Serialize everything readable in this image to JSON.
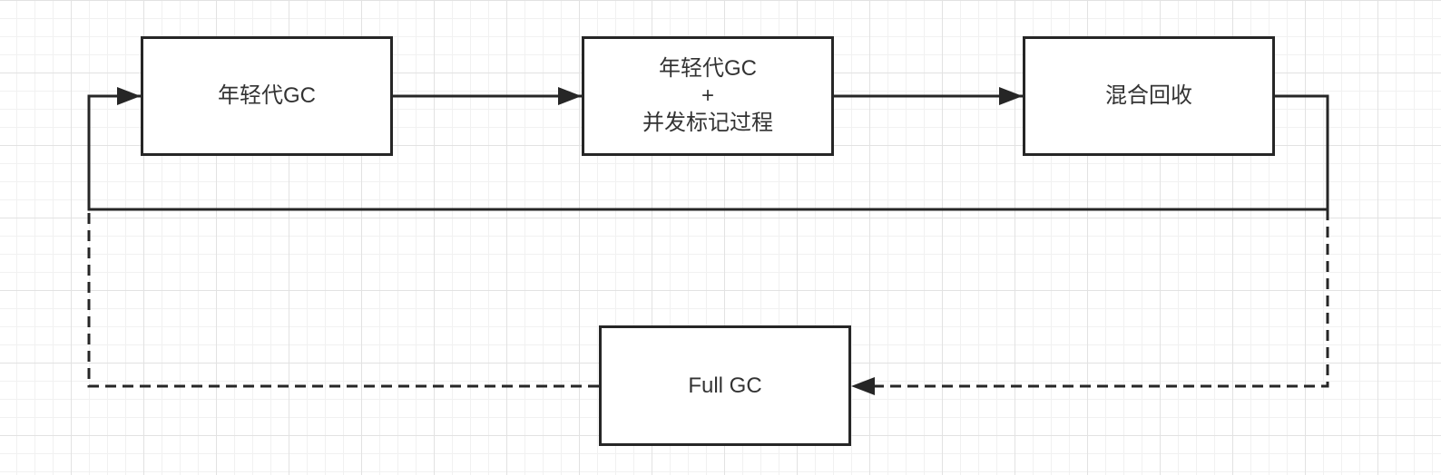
{
  "diagram": {
    "nodes": {
      "young_gc": {
        "label": "年轻代GC"
      },
      "young_gc_concurrent": {
        "line1": "年轻代GC",
        "line2": "+",
        "line3": "并发标记过程"
      },
      "mixed_gc": {
        "label": "混合回收"
      },
      "full_gc": {
        "label": "Full GC"
      }
    },
    "colors": {
      "stroke": "#262626",
      "text": "#333333",
      "background": "#ffffff",
      "grid_major": "#e2e2e2",
      "grid_minor": "#f1f1f1"
    },
    "edges": [
      {
        "from": "young_gc",
        "to": "young_gc_concurrent",
        "style": "solid"
      },
      {
        "from": "young_gc_concurrent",
        "to": "mixed_gc",
        "style": "solid"
      },
      {
        "from": "mixed_gc",
        "to": "young_gc",
        "style": "solid"
      },
      {
        "from": "mixed_gc",
        "to": "full_gc",
        "style": "dashed"
      },
      {
        "from": "full_gc",
        "to": "young_gc",
        "style": "dashed"
      }
    ]
  }
}
